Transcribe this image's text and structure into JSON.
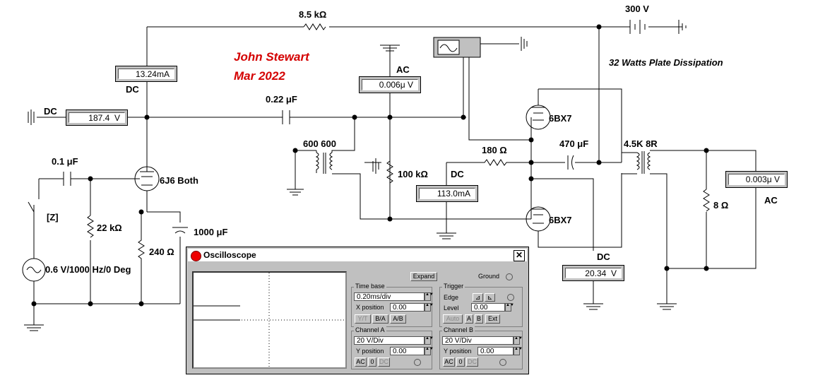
{
  "author": {
    "name": "John Stewart",
    "date": "Mar 2022"
  },
  "notes": {
    "dissipation": "32 Watts Plate Dissipation"
  },
  "components": {
    "r_top": "8.5 kΩ",
    "supply": "300 V",
    "c_coupling": "0.22 μF",
    "c_in": "0.1 μF",
    "r_grid": "22 kΩ",
    "r_cathode": "240 Ω",
    "c_cathode": "1000 μF",
    "tube_driver": "6J6 Both",
    "transformer_in": "600 600",
    "r_100k": "100 kΩ",
    "r_180": "180 Ω",
    "c_470": "470 μF",
    "tube_top": "6BX7",
    "tube_bottom": "6BX7",
    "transformer_out": "4.5K 8R",
    "r_load": "8 Ω",
    "source": "0.6 V/1000 Hz/0 Deg",
    "switch_key": "[Z]"
  },
  "meters": {
    "m1": {
      "value": "13.24m",
      "unit": "A",
      "mode": "DC"
    },
    "m2": {
      "value": "187.4",
      "unit": "V",
      "mode": "DC"
    },
    "m3": {
      "value": "0.006μ",
      "unit": "V",
      "mode": "AC"
    },
    "m4": {
      "value": "113.0m",
      "unit": "A",
      "mode": "DC"
    },
    "m5": {
      "value": "20.34",
      "unit": "V",
      "mode": "DC"
    },
    "m6": {
      "value": "0.003μ",
      "unit": "V",
      "mode": "AC"
    }
  },
  "oscilloscope": {
    "title": "Oscilloscope",
    "close": "✕",
    "expand": "Expand",
    "ground": "Ground",
    "timebase": {
      "label": "Time base",
      "value": "0.20ms/div",
      "xpos_label": "X position",
      "xpos": "0.00",
      "modes": [
        "Y/T",
        "B/A",
        "A/B"
      ]
    },
    "trigger": {
      "label": "Trigger",
      "edge_label": "Edge",
      "level_label": "Level",
      "level": "0.00",
      "modes": [
        "Auto",
        "A",
        "B",
        "Ext"
      ]
    },
    "chA": {
      "label": "Channel A",
      "value": "20 V/Div",
      "ypos_label": "Y position",
      "ypos": "0.00",
      "coupling": [
        "AC",
        "0",
        "DC"
      ]
    },
    "chB": {
      "label": "Channel B",
      "value": "20 V/Div",
      "ypos_label": "Y position",
      "ypos": "0.00",
      "coupling": [
        "AC",
        "0",
        "DC"
      ]
    }
  }
}
